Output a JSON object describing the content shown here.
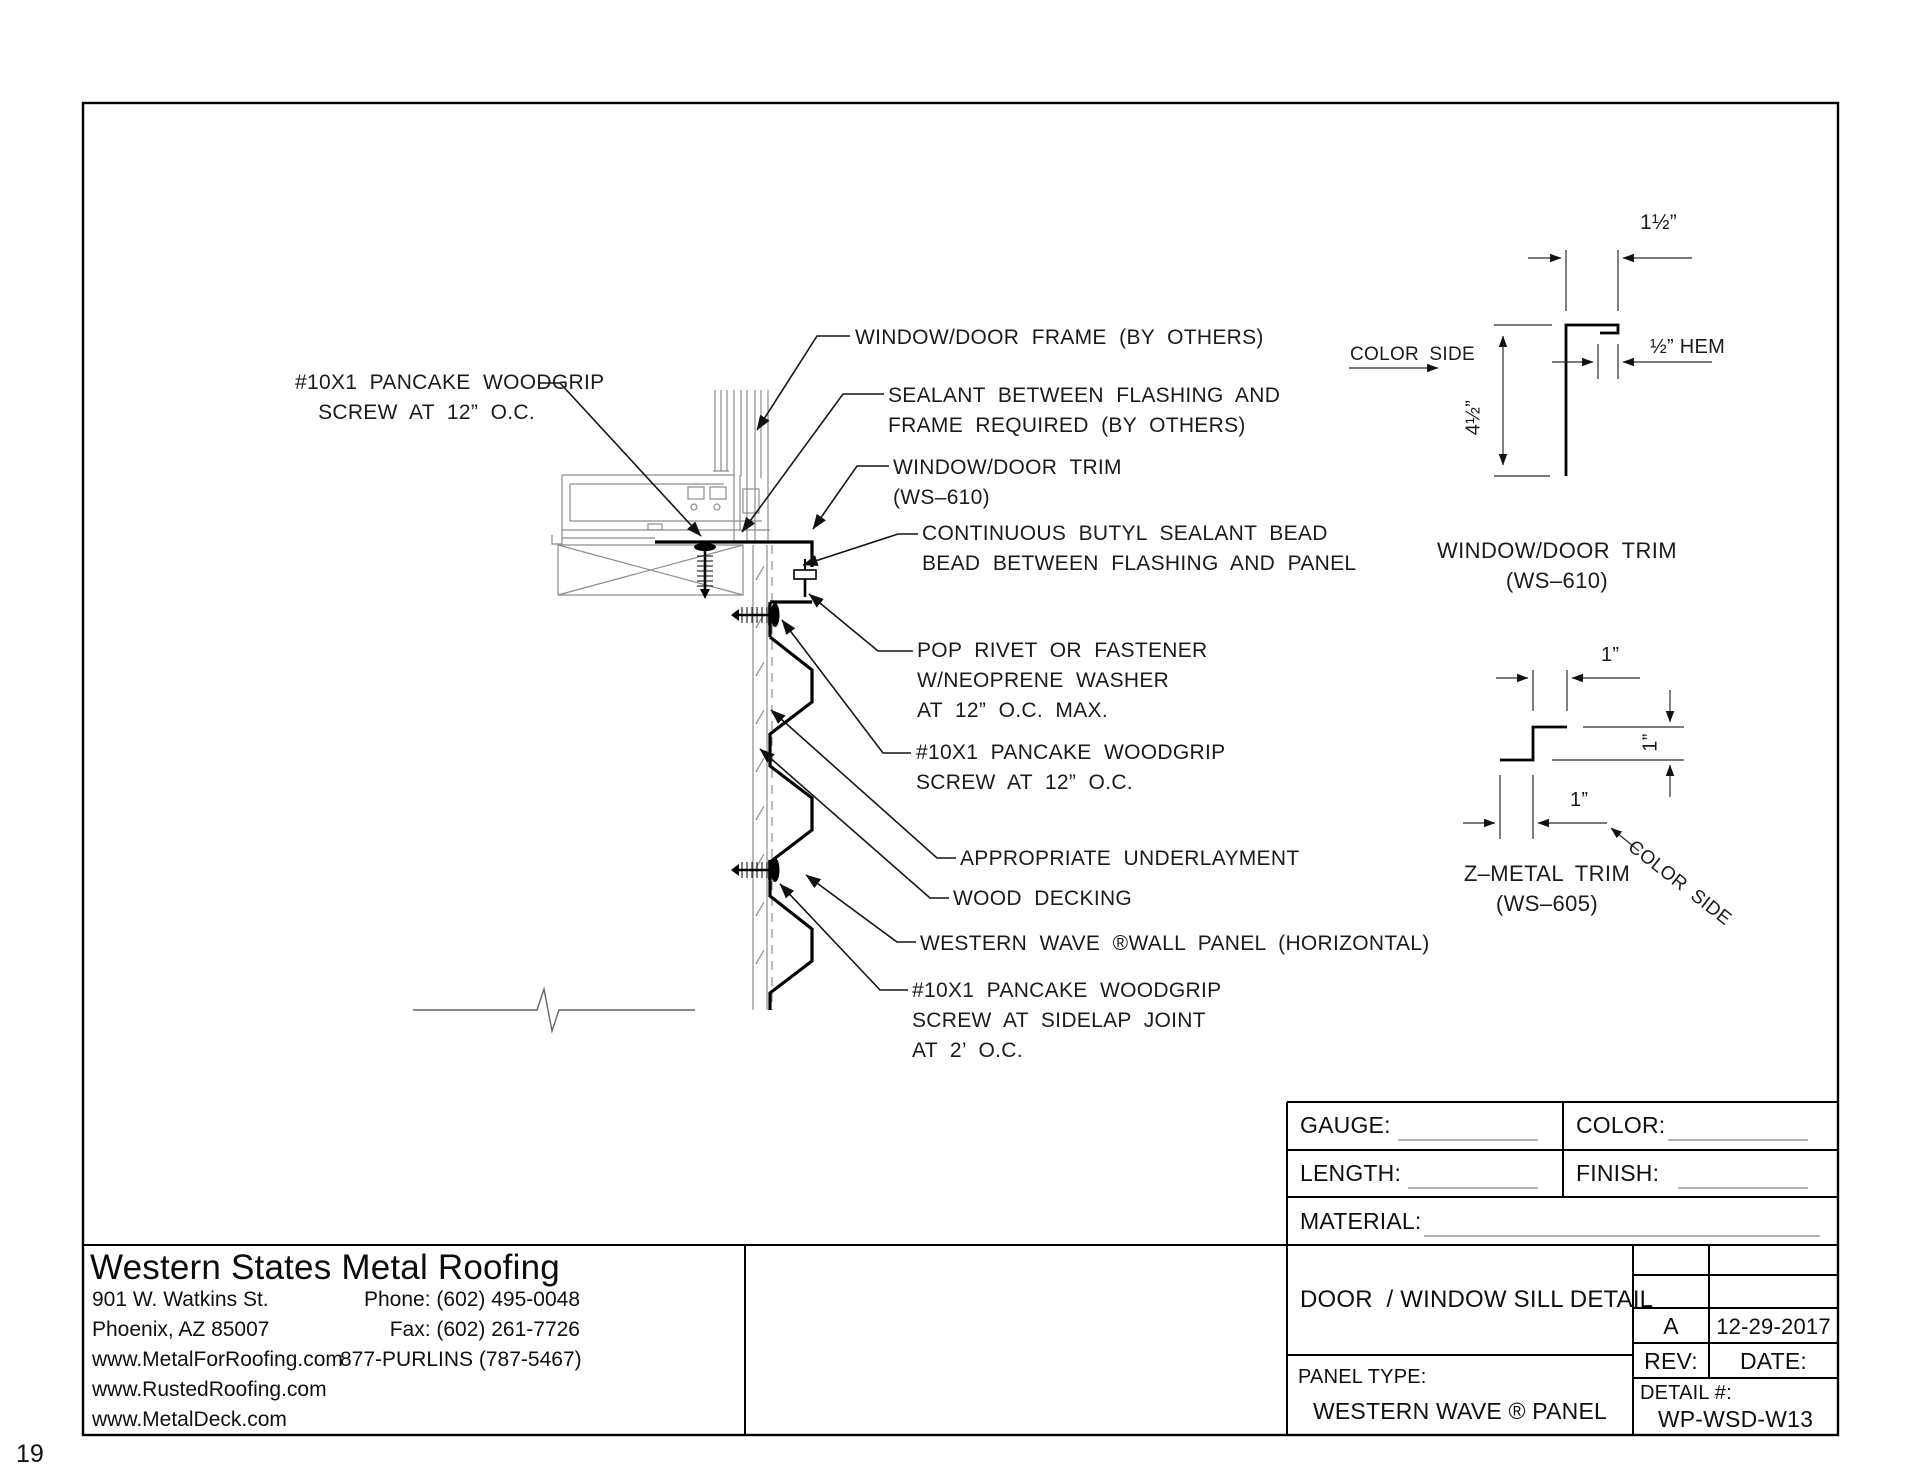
{
  "page": {
    "number": "19"
  },
  "drawing": {
    "title": "DOOR  / WINDOW SILL DETAIL",
    "callouts": {
      "left_screw": {
        "lines": [
          "#10X1 PANCAKE WOODGRIP",
          "SCREW AT 12” O.C."
        ]
      },
      "frame": {
        "lines": [
          "WINDOW/DOOR FRAME (BY OTHERS)"
        ]
      },
      "sealant": {
        "lines": [
          "SEALANT BETWEEN FLASHING AND",
          "FRAME REQUIRED (BY OTHERS)"
        ]
      },
      "trim": {
        "lines": [
          "WINDOW/DOOR TRIM",
          "(WS–610)"
        ]
      },
      "butyl": {
        "lines": [
          "CONTINUOUS BUTYL SEALANT BEAD",
          "BEAD BETWEEN FLASHING AND PANEL"
        ]
      },
      "rivet": {
        "lines": [
          "POP RIVET OR FASTENER",
          "W/NEOPRENE WASHER",
          "AT 12” O.C. MAX."
        ]
      },
      "screw12": {
        "lines": [
          "#10X1 PANCAKE WOODGRIP",
          "SCREW AT 12” O.C."
        ]
      },
      "underlayment": {
        "lines": [
          "APPROPRIATE UNDERLAYMENT"
        ]
      },
      "decking": {
        "lines": [
          "WOOD DECKING"
        ]
      },
      "panel": {
        "lines": [
          "WESTERN WAVE ®WALL PANEL (HORIZONTAL)"
        ]
      },
      "sidelap": {
        "lines": [
          "#10X1 PANCAKE WOODGRIP",
          "SCREW AT SIDELAP JOINT",
          "AT 2’ O.C."
        ]
      }
    },
    "diagrams": {
      "ws610": {
        "label1": "WINDOW/DOOR TRIM",
        "label2": "(WS–610)",
        "dim_top": "1½”",
        "dim_hem": "½” HEM",
        "dim_side": "4½”",
        "color_side": "COLOR SIDE"
      },
      "ws605": {
        "label1": "Z–METAL TRIM",
        "label2": "(WS–605)",
        "dim_top": "1”",
        "dim_right": "1”",
        "dim_bottom": "1”",
        "color_side": "COLOR SIDE"
      }
    }
  },
  "titleblock": {
    "gauge_label": "GAUGE:",
    "color_label": "COLOR:",
    "length_label": "LENGTH:",
    "finish_label": "FINISH:",
    "material_label": "MATERIAL:",
    "detail_title": "DOOR  / WINDOW SILL DETAIL",
    "rev_value": "A",
    "date_value": "12-29-2017",
    "rev_label": "REV:",
    "date_label": "DATE:",
    "detail_no_label": "DETAIL #:",
    "detail_no_value": "WP-WSD-W13",
    "panel_type_label": "PANEL TYPE:",
    "panel_type_value": "WESTERN WAVE ® PANEL"
  },
  "company": {
    "name": "Western States Metal Roofing",
    "address1": "901 W. Watkins St.",
    "address2": "Phoenix, AZ 85007",
    "web1": "www.MetalForRoofing.com",
    "web2": "www.RustedRoofing.com",
    "web3": "www.MetalDeck.com",
    "phone": "Phone: (602) 495-0048",
    "fax": "Fax: (602) 261-7726",
    "tollfree": "877-PURLINS (787-5467)"
  },
  "colors": {
    "line_thick": "#000000",
    "line_thin": "#8c8c8c",
    "blank_line": "#999999"
  }
}
